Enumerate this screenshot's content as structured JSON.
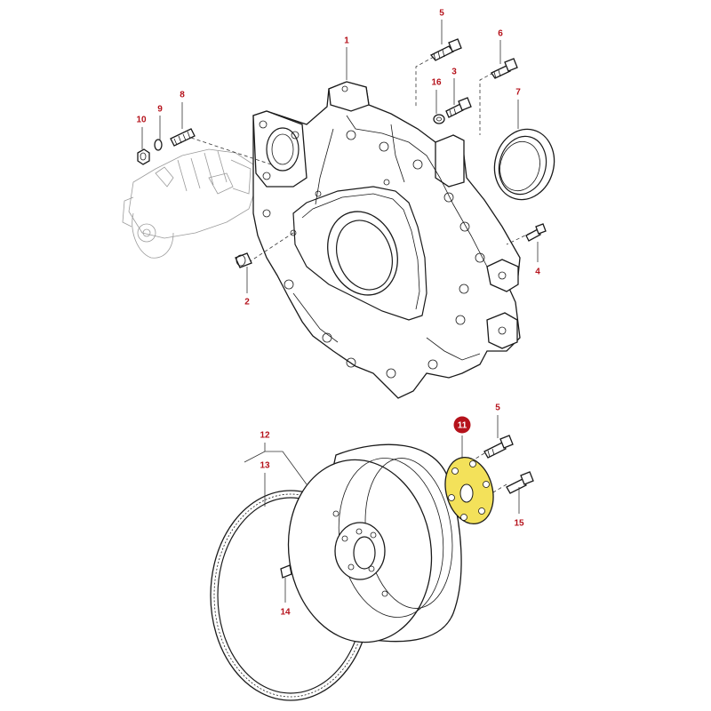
{
  "diagram": {
    "highlight_color": "#f3e15a",
    "callout_color": "#b5121b",
    "highlighted_callout_fill": "#b5121b",
    "callouts": [
      {
        "id": "c1",
        "number": "1"
      },
      {
        "id": "c2",
        "number": "2"
      },
      {
        "id": "c3",
        "number": "3"
      },
      {
        "id": "c4",
        "number": "4"
      },
      {
        "id": "c5a",
        "number": "5"
      },
      {
        "id": "c6",
        "number": "6"
      },
      {
        "id": "c7",
        "number": "7"
      },
      {
        "id": "c8",
        "number": "8"
      },
      {
        "id": "c9",
        "number": "9"
      },
      {
        "id": "c10",
        "number": "10"
      },
      {
        "id": "c16",
        "number": "16"
      },
      {
        "id": "c11",
        "number": "11",
        "highlighted": true
      },
      {
        "id": "c12",
        "number": "12"
      },
      {
        "id": "c13",
        "number": "13"
      },
      {
        "id": "c14",
        "number": "14"
      },
      {
        "id": "c5b",
        "number": "5"
      },
      {
        "id": "c15",
        "number": "15"
      }
    ]
  }
}
